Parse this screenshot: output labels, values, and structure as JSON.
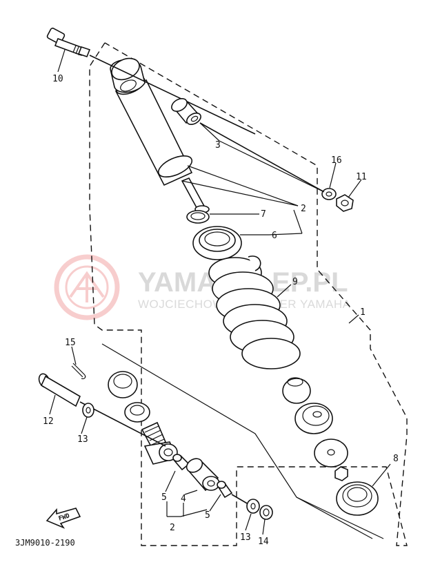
{
  "diagram": {
    "part_labels": {
      "p1": "1",
      "p2a": "2",
      "p2b": "2",
      "p3": "3",
      "p4": "4",
      "p5a": "5",
      "p5b": "5",
      "p6": "6",
      "p7": "7",
      "p8": "8",
      "p9": "9",
      "p10": "10",
      "p11": "11",
      "p12": "12",
      "p13a": "13",
      "p13b": "13",
      "p14": "14",
      "p15": "15",
      "p16": "16"
    },
    "drawing_code": "3JM9010-2190",
    "fwd_label": "FWD"
  },
  "watermark": {
    "brand": "YAMASKLEP.PL",
    "tagline": "WOJCIECHOWSKI DEALER YAMAHA"
  }
}
